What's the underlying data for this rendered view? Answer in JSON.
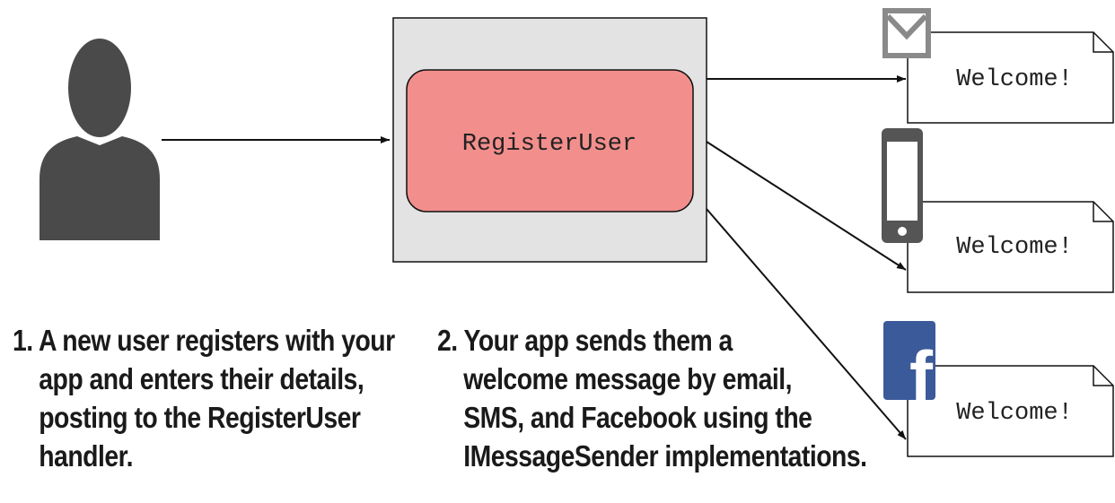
{
  "handler": {
    "label": "RegisterUser"
  },
  "messages": [
    {
      "channel": "email",
      "icon": "envelope-icon",
      "text": "Welcome!"
    },
    {
      "channel": "sms",
      "icon": "phone-icon",
      "text": "Welcome!"
    },
    {
      "channel": "facebook",
      "icon": "facebook-icon",
      "text": "Welcome!"
    }
  ],
  "captions": {
    "step1": {
      "number": "1.",
      "lines": [
        "A new user registers with your",
        "app and enters their details,",
        "posting to the RegisterUser",
        "handler."
      ]
    },
    "step2": {
      "number": "2.",
      "lines": [
        "Your app sends them a",
        "welcome message by email,",
        "SMS, and Facebook using the",
        "IMessageSender implementations."
      ]
    }
  },
  "icons": {
    "user": "user-silhouette-icon",
    "facebook_glyph": "f"
  },
  "colors": {
    "handler_fill": "#f28f8c",
    "container_fill": "#e3e3e3",
    "user_fill": "#4a4a4a",
    "facebook_blue": "#3b5a9a",
    "icon_gray": "#555555",
    "envelope_gray": "#8a8a8a"
  }
}
